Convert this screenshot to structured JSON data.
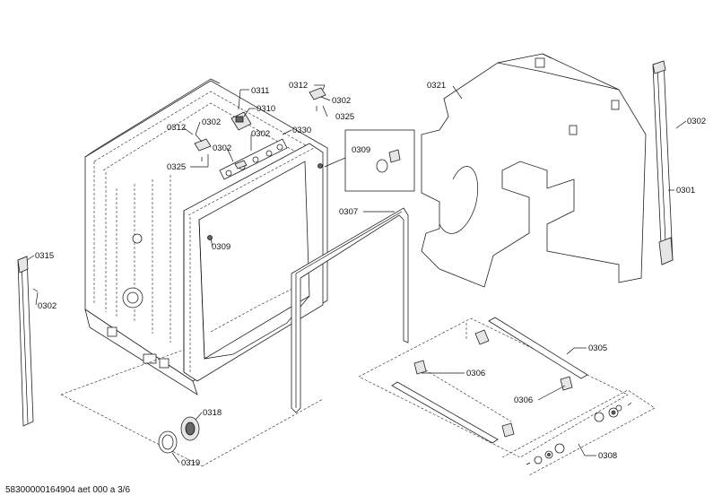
{
  "footer_code": "58300000164904 aet 000 a 3/6",
  "labels": {
    "p0311": "0311",
    "p0310": "0310",
    "p0302_a": "0302",
    "p0312_a": "0312",
    "p0302_b": "0302",
    "p0302_c": "0302",
    "p0325_a": "0325",
    "p0330": "0330",
    "p0312_b": "0312",
    "p0302_d": "0302",
    "p0325_b": "0325",
    "p0309_a": "0309",
    "p0309_b": "0309",
    "p0307": "0307",
    "p0321": "0321",
    "p0302_e": "0302",
    "p0301": "0301",
    "p0315": "0315",
    "p0302_f": "0302",
    "p0305": "0305",
    "p0306_a": "0306",
    "p0306_b": "0306",
    "p0308": "0308",
    "p0318": "0318",
    "p0319": "0319"
  }
}
